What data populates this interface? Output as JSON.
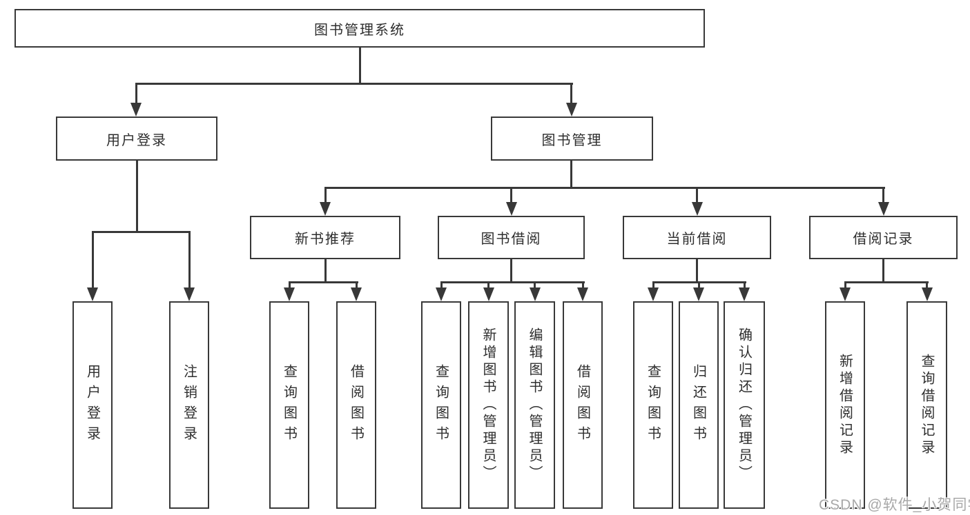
{
  "tree": {
    "root": {
      "label": "图书管理系统",
      "children": [
        {
          "label": "用户登录",
          "children": [
            {
              "label": "用户登录"
            },
            {
              "label": "注销登录"
            }
          ]
        },
        {
          "label": "图书管理",
          "children": [
            {
              "label": "新书推荐",
              "children": [
                {
                  "label": "查询图书"
                },
                {
                  "label": "借阅图书"
                }
              ]
            },
            {
              "label": "图书借阅",
              "children": [
                {
                  "label": "查询图书"
                },
                {
                  "label": "新增图书（管理员）"
                },
                {
                  "label": "编辑图书（管理员）"
                },
                {
                  "label": "借阅图书"
                }
              ]
            },
            {
              "label": "当前借阅",
              "children": [
                {
                  "label": "查询图书"
                },
                {
                  "label": "归还图书"
                },
                {
                  "label": "确认归还（管理员）"
                }
              ]
            },
            {
              "label": "借阅记录",
              "children": [
                {
                  "label": "新增借阅记录"
                },
                {
                  "label": "查询借阅记录"
                }
              ]
            }
          ]
        }
      ]
    }
  },
  "watermark": "CSDN @软件_小贺同学",
  "colors": {
    "line": "#383838",
    "text": "#2e2e2e",
    "background": "#ffffff",
    "watermark": "#a8a8a8"
  }
}
